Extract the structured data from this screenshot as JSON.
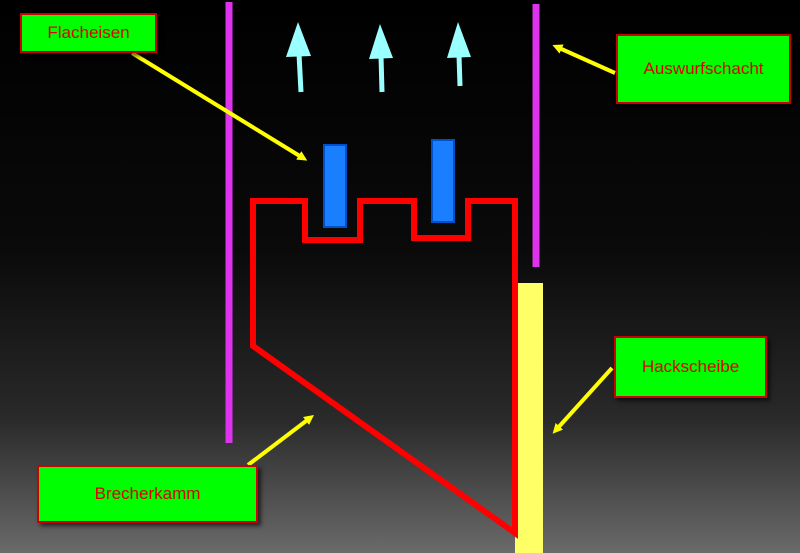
{
  "labels": {
    "flacheisen": "Flacheisen",
    "auswurfschacht": "Auswurfschacht",
    "hackscheibe": "Hackscheibe",
    "brecherkamm": "Brecherkamm"
  },
  "colors": {
    "label_fill": "#00ff00",
    "label_text": "#dd0000",
    "label_border": "#cc0000",
    "shaft": "#dd33ee",
    "comb": "#ff0000",
    "flat_iron": "#1a7fff",
    "disc": "#ffff66",
    "pointer_arrow": "#ffff00",
    "motion_arrow": "#99ffff"
  },
  "icons": {
    "motion": "up-arrow-icon",
    "pointer": "pointer-arrow-icon"
  }
}
